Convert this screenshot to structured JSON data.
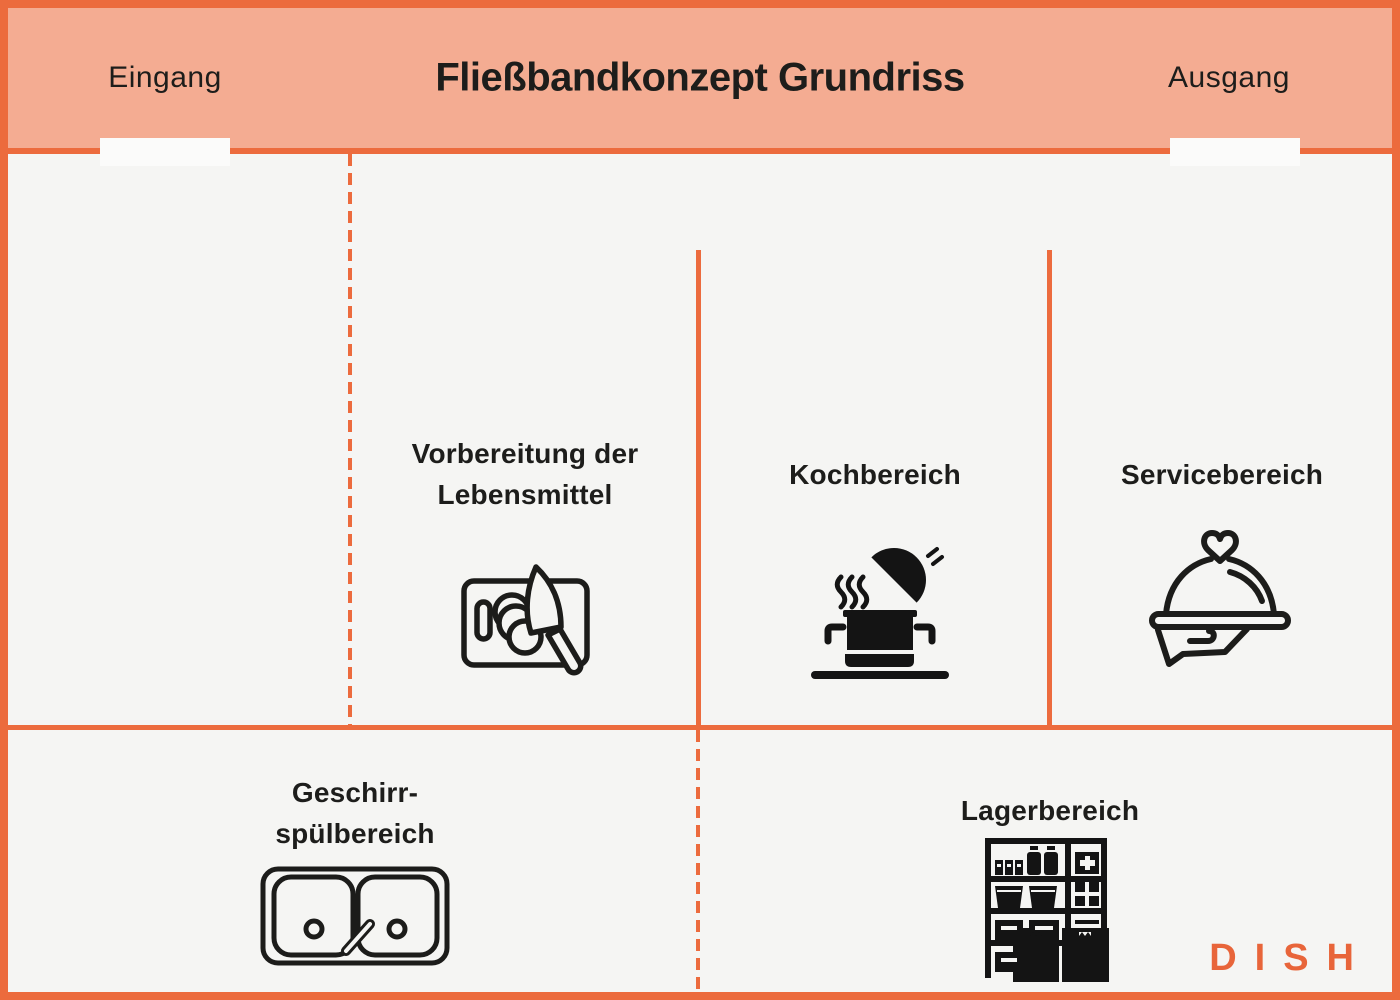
{
  "header": {
    "title": "Fließbandkonzept Grundriss",
    "entrance_label": "Eingang",
    "exit_label": "Ausgang"
  },
  "areas": {
    "preparation": {
      "label_line1": "Vorbereitung der",
      "label_line2": "Lebensmittel",
      "icon": "cutting-board-icon"
    },
    "cooking": {
      "label": "Kochbereich",
      "icon": "cooking-pot-icon"
    },
    "service": {
      "label": "Servicebereich",
      "icon": "serving-cloche-icon"
    },
    "dishwashing": {
      "label_line1": "Geschirr-",
      "label_line2": "spülbereich",
      "icon": "double-sink-icon"
    },
    "storage": {
      "label": "Lagerbereich",
      "icon": "storage-shelf-icon"
    }
  },
  "doors": {
    "entrance": "Eingang door opening",
    "exit": "Ausgang door opening"
  },
  "logo": {
    "text": "DISH"
  },
  "colors": {
    "accent_orange": "#ec6b3d",
    "header_salmon": "#f4ac92",
    "background": "#f5f5f3",
    "text_dark": "#1d1d1b",
    "logo_orange": "#e8653a"
  }
}
